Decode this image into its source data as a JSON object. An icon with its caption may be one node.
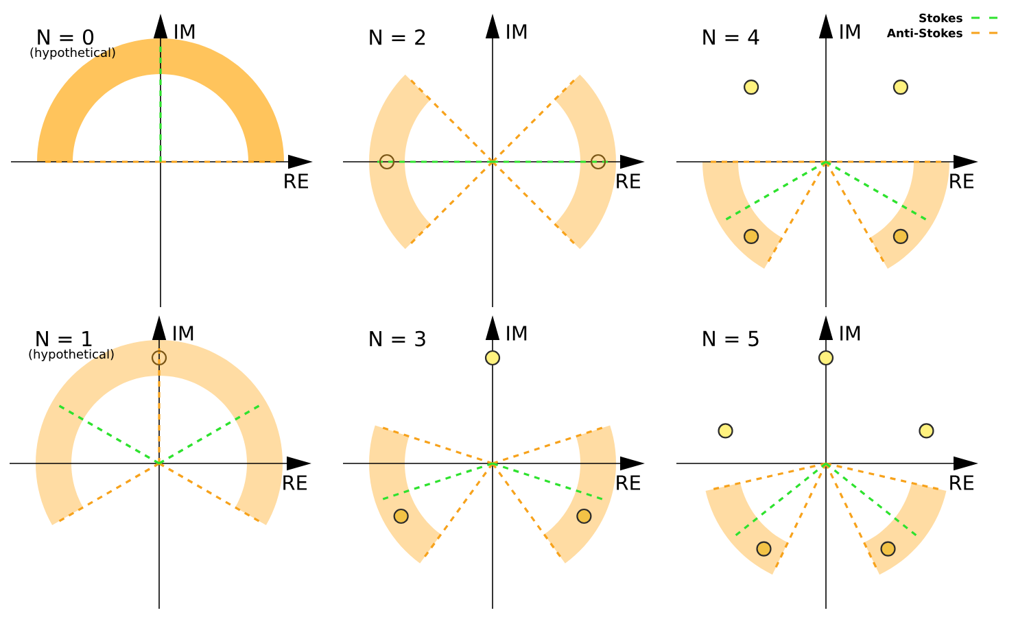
{
  "diagram": {
    "labels": [
      "N = 0",
      "(hypothetical)",
      "IM",
      "RE",
      "N = 2",
      "IM",
      "RE",
      "N = 4",
      "IM",
      "RE",
      "N = 1",
      "(hypothetical)",
      "IM",
      "RE",
      "N = 3",
      "IM",
      "RE",
      "N = 5",
      "IM",
      "RE"
    ],
    "legend": [
      {
        "text": "Stokes"
      },
      {
        "text": "Anti-Stokes"
      }
    ]
  }
}
